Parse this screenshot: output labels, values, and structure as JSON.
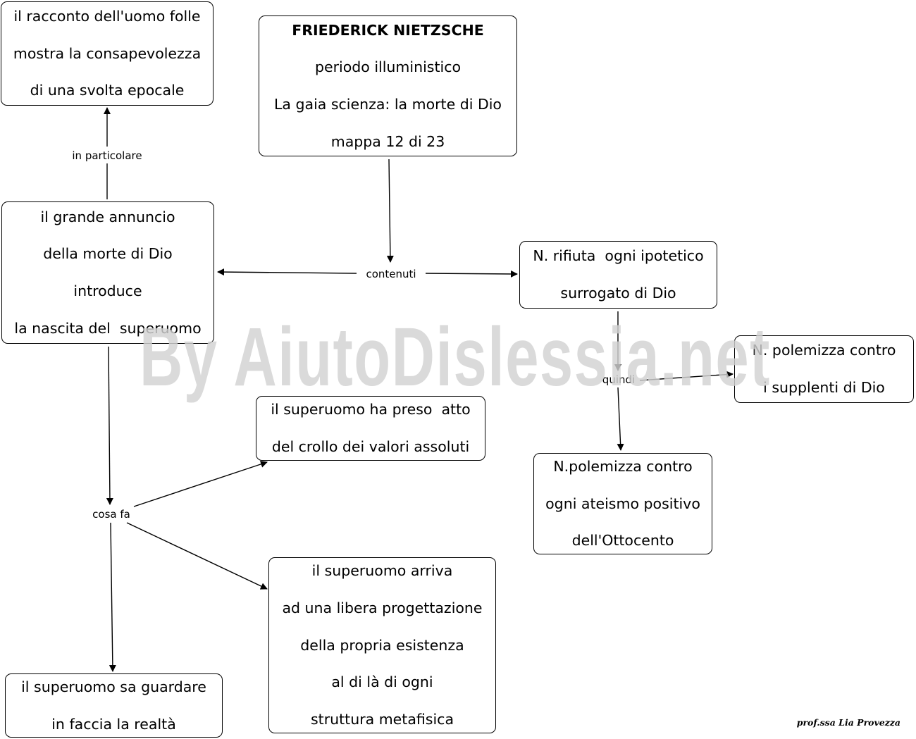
{
  "nodes": {
    "title": [
      "FRIEDERICK NIETZSCHE",
      "periodo illuministico",
      "La gaia scienza: la morte di Dio",
      "mappa 12 di 23"
    ],
    "madman": [
      "il racconto dell'uomo folle",
      "mostra la consapevolezza",
      "di una svolta epocale"
    ],
    "announcement": [
      "il grande annuncio",
      "della morte di Dio",
      "introduce",
      "la nascita del  superuomo"
    ],
    "rejects": [
      "N. rifiuta  ogni ipotetico",
      "surrogato di Dio"
    ],
    "supplents": [
      "N. polemizza contro",
      "i supplenti di Dio"
    ],
    "atheism": [
      "N.polemizza contro",
      "ogni ateismo positivo",
      "dell'Ottocento"
    ],
    "collapse": [
      "il superuomo ha preso  atto",
      "del crollo dei valori assoluti"
    ],
    "project": [
      "il superuomo arriva",
      "ad una libera progettazione",
      "della propria esistenza",
      "al di là di ogni",
      "struttura metafisica"
    ],
    "reality": [
      "il superuomo sa guardare",
      "in faccia la realtà"
    ]
  },
  "links": {
    "in_particolare": "in particolare",
    "contenuti": "contenuti",
    "quindi": "quindi",
    "cosa_fa": "cosa fa"
  },
  "watermark": "By AiutoDislessia.net",
  "credit": "prof.ssa Lia Provezza"
}
